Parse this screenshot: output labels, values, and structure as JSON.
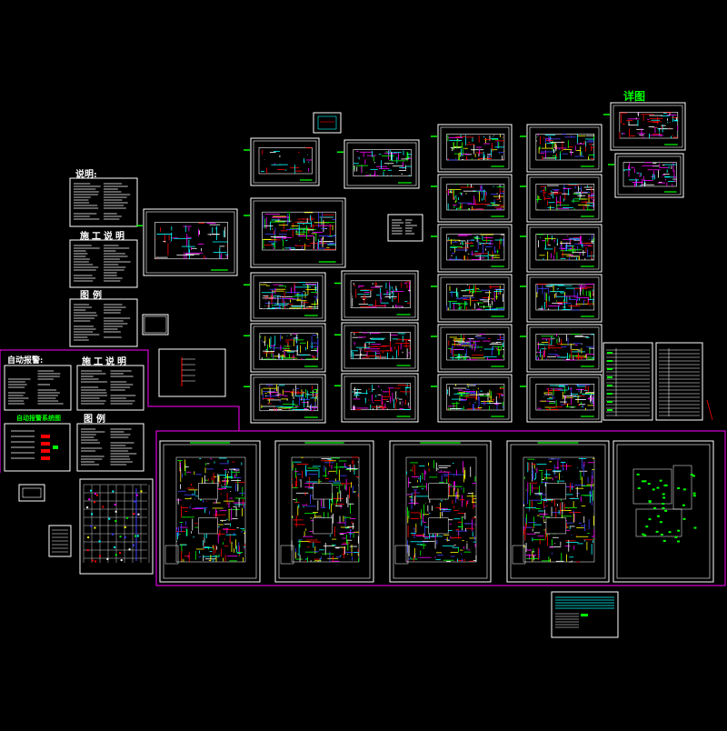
{
  "colors": {
    "background": "#000000",
    "frame": "#ffffff",
    "group_outline": "#ff00ff",
    "label_green": "#00ff00",
    "text_white": "#ffffff",
    "plan_red": "#ff0000",
    "plan_magenta": "#ff00ff",
    "plan_cyan": "#00ffff",
    "plan_yellow": "#ffff00",
    "plan_blue": "#4040ff"
  },
  "labels": {
    "legend_top": "说明:",
    "construction_notes_1": "施工说明",
    "legend_1": "图例",
    "auto_fire_notes": "自动报警:",
    "construction_notes_2": "施工说明",
    "legend_2": "图例",
    "distribution_title": "自动报警系统图",
    "detail_title": "详图"
  },
  "sheet_icons": [
    "drawing-sheet-icon"
  ]
}
